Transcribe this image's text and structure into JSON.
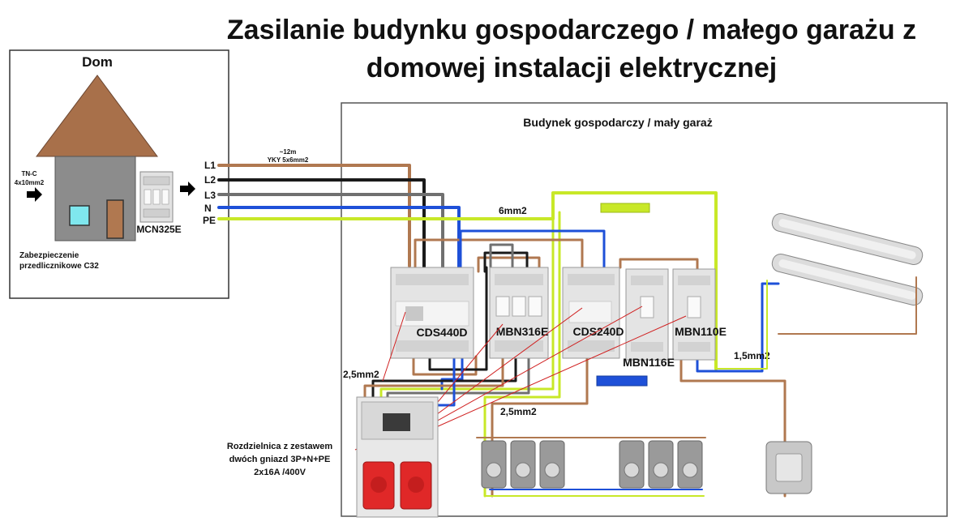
{
  "title": {
    "line1": "Zasilanie budynku gospodarczego / małego garażu z",
    "line2": "domowej instalacji elektrycznej"
  },
  "house": {
    "label": "Dom",
    "supply_label_1": "TN-C",
    "supply_label_2": "4x10mm2",
    "breaker": "MCN325E",
    "protection_1": "Zabezpieczenie",
    "protection_2": "przedlicznikowe C32"
  },
  "conductors": [
    "L1",
    "L2",
    "L3",
    "N",
    "PE"
  ],
  "cable": {
    "length": "~12m",
    "type": "YKY 5x6mm2"
  },
  "garage": {
    "label": "Budynek gospodarczy / mały garaż",
    "pe_section": "6mm2",
    "devices": [
      "CDS440D",
      "MBN316E",
      "CDS240D",
      "MBN116E",
      "MBN110E"
    ],
    "section_left": "2,5mm2",
    "section_sockets": "2,5mm2",
    "section_light": "1,5mm2",
    "distribution_box_1": "Rozdzielnica z zestawem",
    "distribution_box_2": "dwóch gniazd 3P+N+PE",
    "distribution_box_3": "2x16A /400V"
  },
  "colors": {
    "brown": "#b07850",
    "black": "#1a1a1a",
    "grey": "#707070",
    "blue": "#1e50d8",
    "pe": "#c8e828",
    "roof": "#a8704a",
    "wall": "#8c8c8c"
  }
}
